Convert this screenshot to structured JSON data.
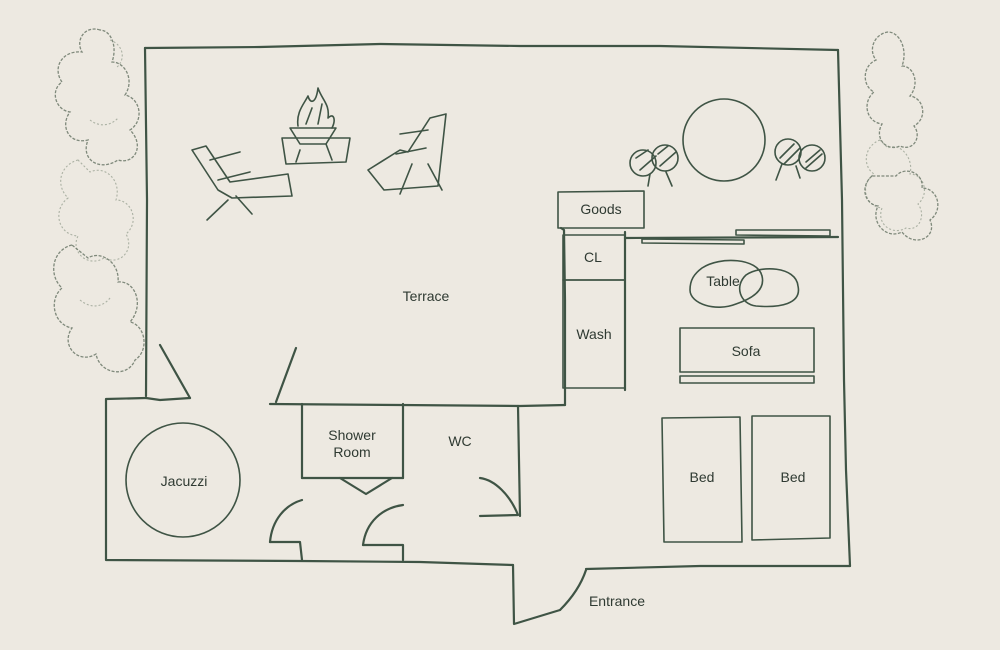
{
  "labels": {
    "terrace": "Terrace",
    "goods": "Goods",
    "cl": "CL",
    "wash": "Wash",
    "table": "Table",
    "sofa": "Sofa",
    "shower_line1": "Shower",
    "shower_line2": "Room",
    "wc": "WC",
    "jacuzzi": "Jacuzzi",
    "bed_left": "Bed",
    "bed_right": "Bed",
    "entrance": "Entrance"
  },
  "colors": {
    "background": "#ede9e1",
    "ink": "#3f5445",
    "text": "#2f3a32",
    "tree_ink": "#6b7868"
  }
}
